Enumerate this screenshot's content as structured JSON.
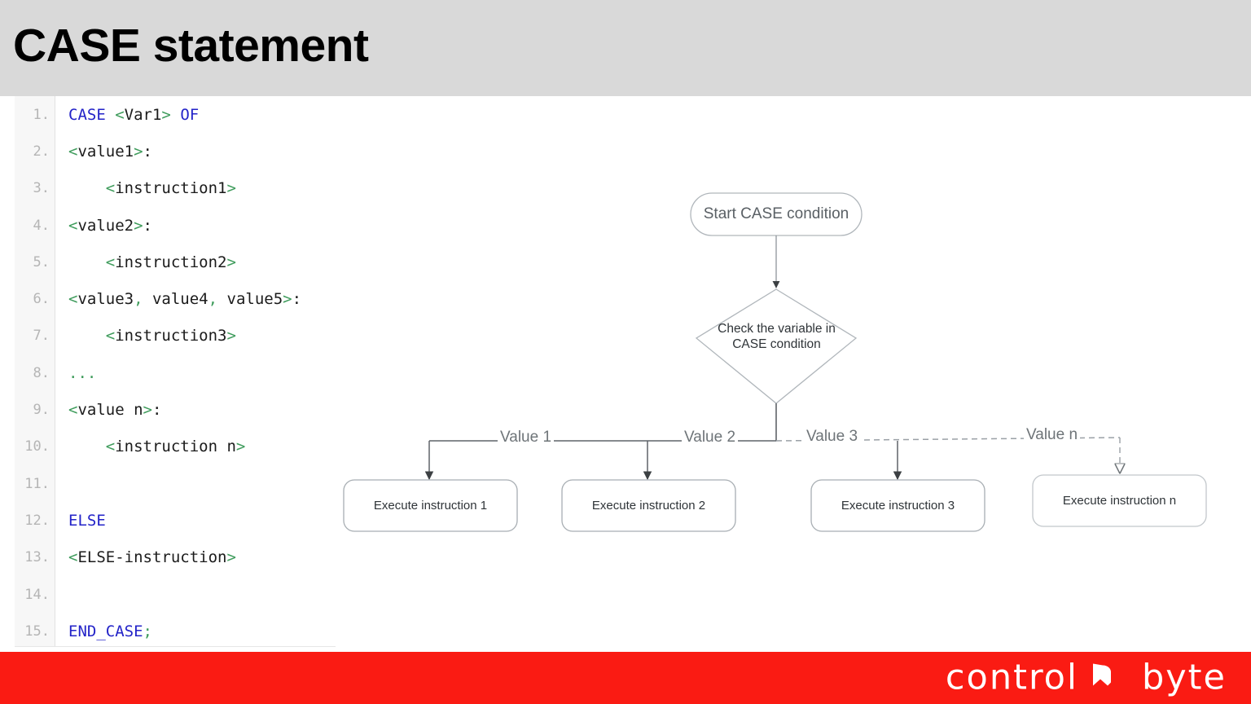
{
  "header": {
    "title": "CASE statement"
  },
  "code": {
    "language": "structured-text",
    "lines": [
      {
        "n": "1.",
        "tokens": [
          {
            "t": "CASE ",
            "c": "kw"
          },
          {
            "t": "<",
            "c": "brk"
          },
          {
            "t": "Var1",
            "c": "id"
          },
          {
            "t": "> ",
            "c": "brk"
          },
          {
            "t": "OF",
            "c": "kw"
          }
        ]
      },
      {
        "n": "2.",
        "tokens": [
          {
            "t": "<",
            "c": "brk"
          },
          {
            "t": "value1",
            "c": "id"
          },
          {
            "t": ">",
            "c": "brk"
          },
          {
            "t": ":",
            "c": "id"
          }
        ]
      },
      {
        "n": "3.",
        "tokens": [
          {
            "t": "    <",
            "c": "brk"
          },
          {
            "t": "instruction1",
            "c": "id"
          },
          {
            "t": ">",
            "c": "brk"
          }
        ]
      },
      {
        "n": "4.",
        "tokens": [
          {
            "t": "<",
            "c": "brk"
          },
          {
            "t": "value2",
            "c": "id"
          },
          {
            "t": ">",
            "c": "brk"
          },
          {
            "t": ":",
            "c": "id"
          }
        ]
      },
      {
        "n": "5.",
        "tokens": [
          {
            "t": "    <",
            "c": "brk"
          },
          {
            "t": "instruction2",
            "c": "id"
          },
          {
            "t": ">",
            "c": "brk"
          }
        ]
      },
      {
        "n": "6.",
        "tokens": [
          {
            "t": "<",
            "c": "brk"
          },
          {
            "t": "value3",
            "c": "id"
          },
          {
            "t": ",",
            "c": "brk"
          },
          {
            "t": " value4",
            "c": "id"
          },
          {
            "t": ",",
            "c": "brk"
          },
          {
            "t": " value5",
            "c": "id"
          },
          {
            "t": ">",
            "c": "brk"
          },
          {
            "t": ":",
            "c": "id"
          }
        ]
      },
      {
        "n": "7.",
        "tokens": [
          {
            "t": "    <",
            "c": "brk"
          },
          {
            "t": "instruction3",
            "c": "id"
          },
          {
            "t": ">",
            "c": "brk"
          }
        ]
      },
      {
        "n": "8.",
        "tokens": [
          {
            "t": "...",
            "c": "dots"
          }
        ]
      },
      {
        "n": "9.",
        "tokens": [
          {
            "t": "<",
            "c": "brk"
          },
          {
            "t": "value n",
            "c": "id"
          },
          {
            "t": ">",
            "c": "brk"
          },
          {
            "t": ":",
            "c": "id"
          }
        ]
      },
      {
        "n": "10.",
        "tokens": [
          {
            "t": "    <",
            "c": "brk"
          },
          {
            "t": "instruction n",
            "c": "id"
          },
          {
            "t": ">",
            "c": "brk"
          }
        ]
      },
      {
        "n": "11.",
        "tokens": []
      },
      {
        "n": "12.",
        "tokens": [
          {
            "t": "ELSE",
            "c": "kw"
          }
        ]
      },
      {
        "n": "13.",
        "tokens": [
          {
            "t": "<",
            "c": "brk"
          },
          {
            "t": "ELSE-instruction",
            "c": "id"
          },
          {
            "t": ">",
            "c": "brk"
          }
        ]
      },
      {
        "n": "14.",
        "tokens": []
      },
      {
        "n": "15.",
        "tokens": [
          {
            "t": "END_CASE",
            "c": "kw"
          },
          {
            "t": ";",
            "c": "brk"
          }
        ]
      }
    ]
  },
  "flowchart": {
    "start_node": "Start CASE condition",
    "decision_node": "Check the variable in\nCASE condition",
    "branches": [
      {
        "edge_label": "Value 1",
        "box_label": "Execute instruction  1",
        "style": "solid"
      },
      {
        "edge_label": "Value 2",
        "box_label": "Execute instruction 2",
        "style": "solid"
      },
      {
        "edge_label": "Value 3",
        "box_label": "Execute instruction 3",
        "style": "dashed"
      },
      {
        "edge_label": "Value n",
        "box_label": "Execute instruction n",
        "style": "dashed"
      }
    ],
    "stroke_color": "#9aa0a6",
    "arrow_color": "#3c4043"
  },
  "footer": {
    "brand_text": "control",
    "brand_text_2": "byte",
    "bar_color": "#fa1b13"
  }
}
